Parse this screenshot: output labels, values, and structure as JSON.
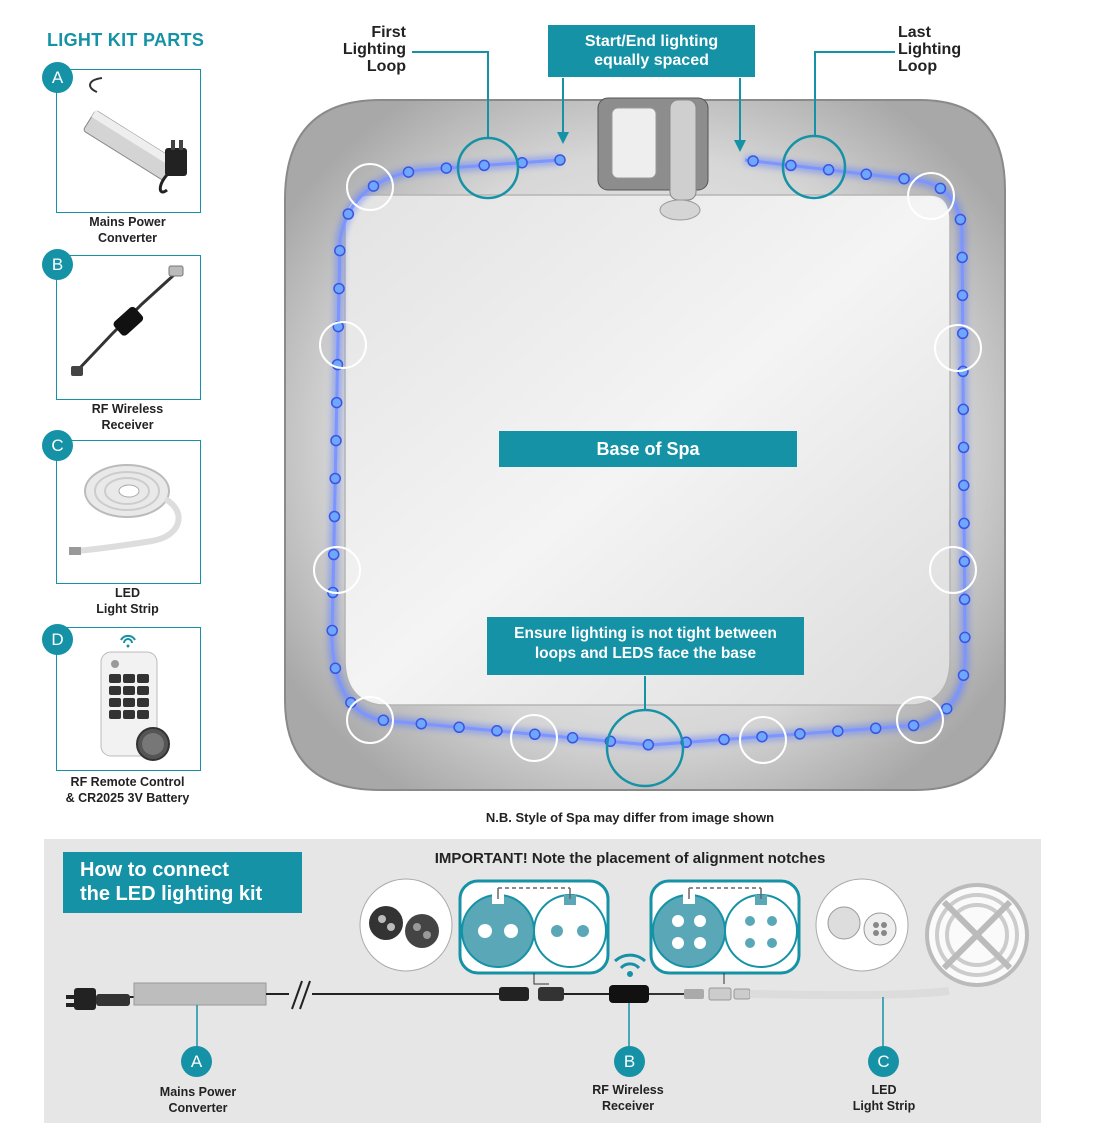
{
  "kit": {
    "title": "LIGHT KIT PARTS",
    "parts": [
      {
        "letter": "A",
        "caption_line1": "Mains Power",
        "caption_line2": "Converter"
      },
      {
        "letter": "B",
        "caption_line1": "RF Wireless",
        "caption_line2": "Receiver"
      },
      {
        "letter": "C",
        "caption_line1": "LED",
        "caption_line2": "Light Strip"
      },
      {
        "letter": "D",
        "caption_line1": "RF Remote Control",
        "caption_line2": "& CR2025 3V Battery"
      }
    ]
  },
  "spa": {
    "first_loop": {
      "line1": "First",
      "line2": "Lighting",
      "line3": "Loop"
    },
    "last_loop": {
      "line1": "Last",
      "line2": "Lighting",
      "line3": "Loop"
    },
    "start_end": {
      "line1": "Start/End lighting",
      "line2": "equally spaced"
    },
    "base_label": "Base of Spa",
    "ensure": {
      "line1": "Ensure lighting is not tight between",
      "line2": "loops and LEDS face the base"
    },
    "note": "N.B. Style of Spa  may differ from image shown"
  },
  "connect": {
    "title_line1": "How to connect",
    "title_line2": "the LED lighting kit",
    "important": "IMPORTANT! Note the placement of alignment notches",
    "labels": [
      {
        "letter": "A",
        "line1": "Mains Power",
        "line2": "Converter"
      },
      {
        "letter": "B",
        "line1": "RF Wireless",
        "line2": "Receiver"
      },
      {
        "letter": "C",
        "line1": "LED",
        "line2": "Light Strip"
      }
    ]
  },
  "colors": {
    "accent": "#1592a6",
    "led": "#5a7cff",
    "panel": "#e6e6e6"
  }
}
